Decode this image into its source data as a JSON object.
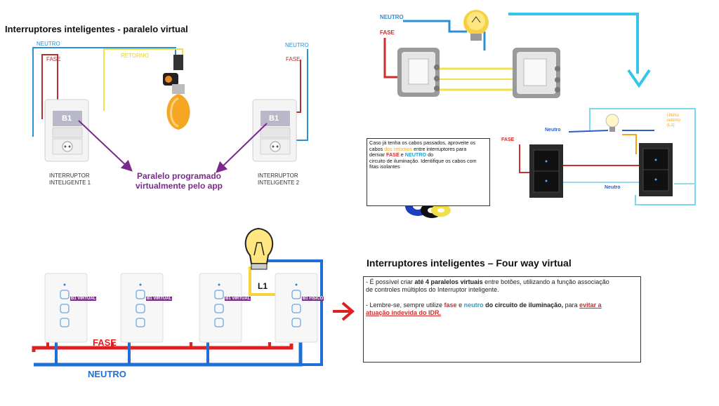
{
  "colors": {
    "neutro": "#2b8fd6",
    "fase": "#d12d2d",
    "retorno": "#f2e04a",
    "purple": "#7a2a8c",
    "cyan": "#33c6e8",
    "orange": "#f2a51e",
    "blue_bus": "#1f6fd6"
  },
  "top_left": {
    "title": "Interruptores inteligentes - paralelo virtual",
    "neutro_left": "NEUTRO",
    "fase_left": "FASE",
    "retorno": "RETORNO",
    "neutro_right": "NEUTRO",
    "fase_right": "FASE",
    "switch1_button": "B1",
    "switch2_button": "B1",
    "switch1_label_line1": "INTERRUPTOR",
    "switch1_label_line2": "INTELIGENTE 1",
    "switch2_label_line1": "INTERRUPTOR",
    "switch2_label_line2": "INTELIGENTE 2",
    "paralelo_line1": "Paralelo programado",
    "paralelo_line2": "virtualmente pelo app"
  },
  "top_right": {
    "neutro": "NEUTRO",
    "fase": "FASE",
    "neutro_label": "Neutro",
    "fase_label": "FASE",
    "neutro_bottom": "Neutro",
    "ultimo_retorno_1": "Último",
    "ultimo_retorno_2": "retorno",
    "ultimo_retorno_3": "(L1)",
    "info_p1": "Caso já tenha os cabos passados, aproveite os",
    "info_p2a": "cabos ",
    "info_p2b": "dos retornos",
    "info_p2c": " entre interruptores para",
    "info_p3a": "derivar ",
    "info_p3b": "FASE",
    "info_p3c": " e ",
    "info_p3d": "NEUTRO",
    "info_p3e": " do",
    "info_p4": "circuito de iluminação. Identifique os cabos com",
    "info_p5": "fitas isolantes"
  },
  "bottom_left": {
    "fase": "FASE",
    "neutro": "NEUTRO",
    "l1": "L1",
    "tag1": "B1 VIRTUAL",
    "tag2": "B1 VIRTUAL",
    "tag3": "B1 VIRTUAL",
    "tag4": "B1 FÍSICO"
  },
  "bottom_right": {
    "title": "Interruptores inteligentes – Four way virtual",
    "p1a": "- É possível criar ",
    "p1b": "até 4 paralelos virtuais",
    "p1c": " entre botões, utilizando a função associação",
    "p1d": "de controles múltiplos do Interruptor inteligente.",
    "p2a": "- Lembre-se, sempre utilize ",
    "p2b": "fase",
    "p2c": " e ",
    "p2d": "neutro",
    "p2e": " do circuito de iluminação,",
    "p2f": " para ",
    "p2g": "evitar a",
    "p2h": "atuação indevida do IDR."
  }
}
